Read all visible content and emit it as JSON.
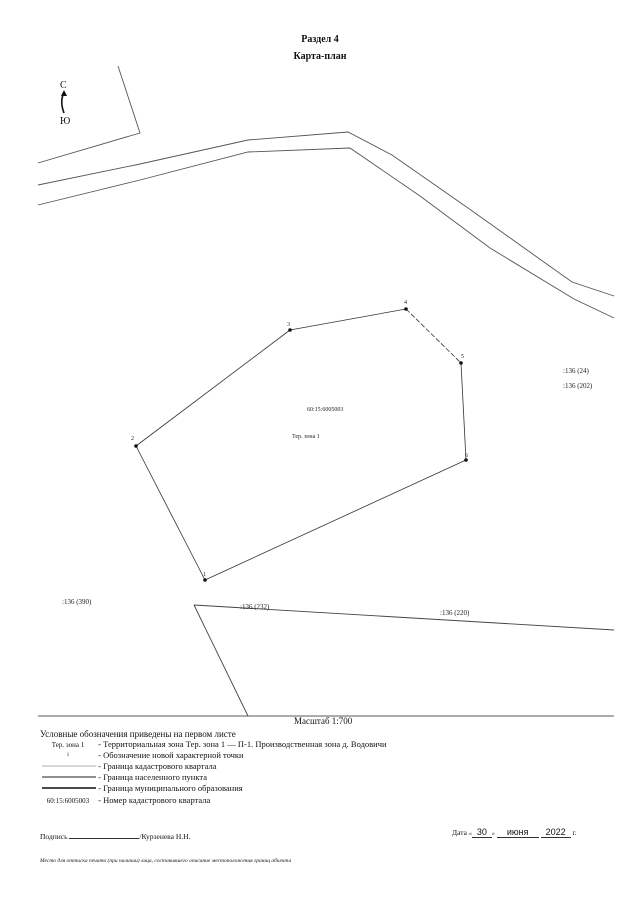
{
  "header": {
    "section": "Раздел 4",
    "title": "Карта-план"
  },
  "compass": {
    "north": "С",
    "south": "Ю"
  },
  "plan": {
    "quarter_number": "60:15:6005003",
    "zone_label": "Тер. зона 1",
    "points": [
      "1",
      "2",
      "3",
      "4",
      "5",
      "6"
    ],
    "neighbor_labels": [
      ":136 (24)",
      ":136 (202)",
      ":136 (390)",
      ":136 (232)",
      ":136 (220)"
    ]
  },
  "scale": "Масштаб 1:700",
  "legend": {
    "heading": "Условные обозначения приведены на первом листе",
    "items": [
      {
        "sample": "Тер. зона 1",
        "text": "- Территориальная зона Тер. зона 1 — П-1. Производственная зона д. Водовичи"
      },
      {
        "sample": "1",
        "text": "- Обозначение новой характерной точки"
      },
      {
        "sample": "",
        "text": "- Граница кадастрового квартала"
      },
      {
        "sample": "",
        "text": "- Граница населенного пункта"
      },
      {
        "sample": "",
        "text": "- Граница муниципального образования"
      },
      {
        "sample": "60:15:6005003",
        "text": "- Номер кадастрового квартала"
      }
    ]
  },
  "footer": {
    "signature_label": "Подпись",
    "signature_name": "/Курзенева Н.Н.",
    "date_label": "Дата",
    "date_day": "30",
    "date_month": "июня",
    "date_year": "2022",
    "year_suffix": "г.",
    "stamp_note": "Место для оттиска печати (при наличии) лица, составившего описание местоположения границ объекта"
  }
}
